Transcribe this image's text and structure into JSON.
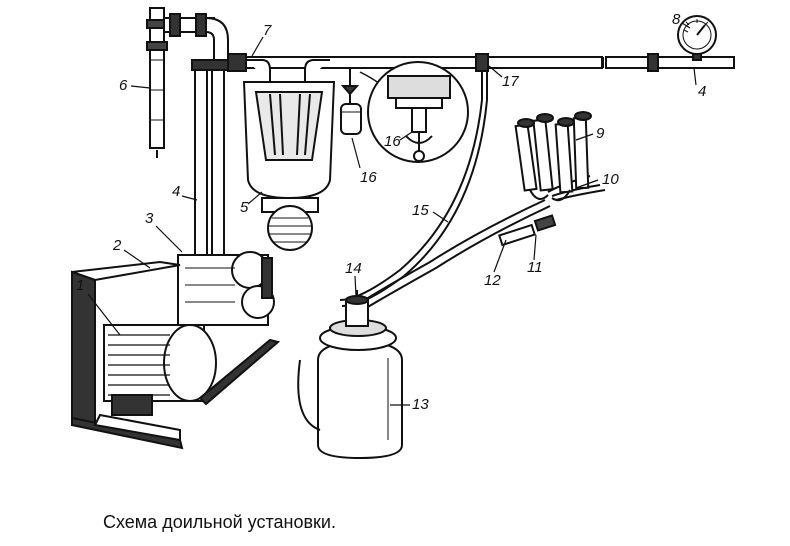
{
  "caption": "Схема доильной установки.",
  "labels": {
    "l1": "1",
    "l2": "2",
    "l3": "3",
    "l4a": "4",
    "l4b": "4",
    "l5": "5",
    "l6": "6",
    "l7": "7",
    "l8": "8",
    "l9": "9",
    "l10": "10",
    "l11": "11",
    "l12": "12",
    "l13": "13",
    "l14": "14",
    "l15": "15",
    "l16a": "16",
    "l16b": "16",
    "l17": "17"
  },
  "parts": [
    {
      "number": "1",
      "icon": "electric-motor-icon"
    },
    {
      "number": "2",
      "icon": "frame-icon"
    },
    {
      "number": "3",
      "icon": "vacuum-pump-icon"
    },
    {
      "number": "4",
      "icon": "vacuum-pipeline-icon"
    },
    {
      "number": "5",
      "icon": "vacuum-balloon-icon"
    },
    {
      "number": "6",
      "icon": "exhaust-pipe-icon"
    },
    {
      "number": "7",
      "icon": "pipe-connector-icon"
    },
    {
      "number": "8",
      "icon": "vacuum-gauge-icon"
    },
    {
      "number": "9",
      "icon": "teat-cups-icon"
    },
    {
      "number": "10",
      "icon": "milk-hoses-icon"
    },
    {
      "number": "11",
      "icon": "collector-icon"
    },
    {
      "number": "12",
      "icon": "milk-hose-icon"
    },
    {
      "number": "13",
      "icon": "milk-can-icon"
    },
    {
      "number": "14",
      "icon": "pulsator-icon"
    },
    {
      "number": "15",
      "icon": "vacuum-hose-icon"
    },
    {
      "number": "16",
      "icon": "vacuum-regulator-icon"
    },
    {
      "number": "17",
      "icon": "vacuum-tap-icon"
    }
  ]
}
